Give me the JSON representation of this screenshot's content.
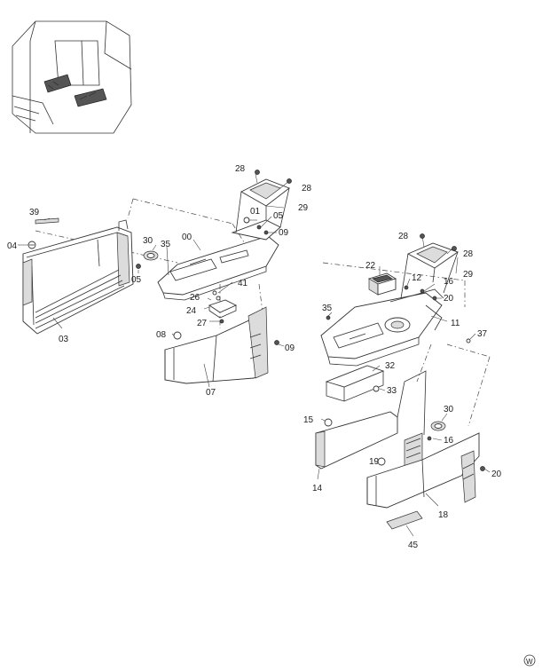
{
  "labels": {
    "l01": "01",
    "l00": "00",
    "l03": "03",
    "l04": "04",
    "l05a": "05",
    "l05b": "05",
    "l07": "07",
    "l08": "08",
    "l09a": "09",
    "l09b": "09",
    "l11": "11",
    "l12": "12",
    "l14": "14",
    "l15": "15",
    "l16a": "16",
    "l16b": "16",
    "l18": "18",
    "l19": "19",
    "l20a": "20",
    "l20b": "20",
    "l22": "22",
    "l24": "24",
    "l26": "26",
    "l27": "27",
    "l28a": "28",
    "l28b": "28",
    "l28c": "28",
    "l28d": "28",
    "l29a": "29",
    "l29b": "29",
    "l30a": "30",
    "l30b": "30",
    "l32": "32",
    "l33": "33",
    "l35a": "35",
    "l35b": "35",
    "l37": "37",
    "l39": "39",
    "l41": "41",
    "l45": "45"
  },
  "corner_mark": "W"
}
